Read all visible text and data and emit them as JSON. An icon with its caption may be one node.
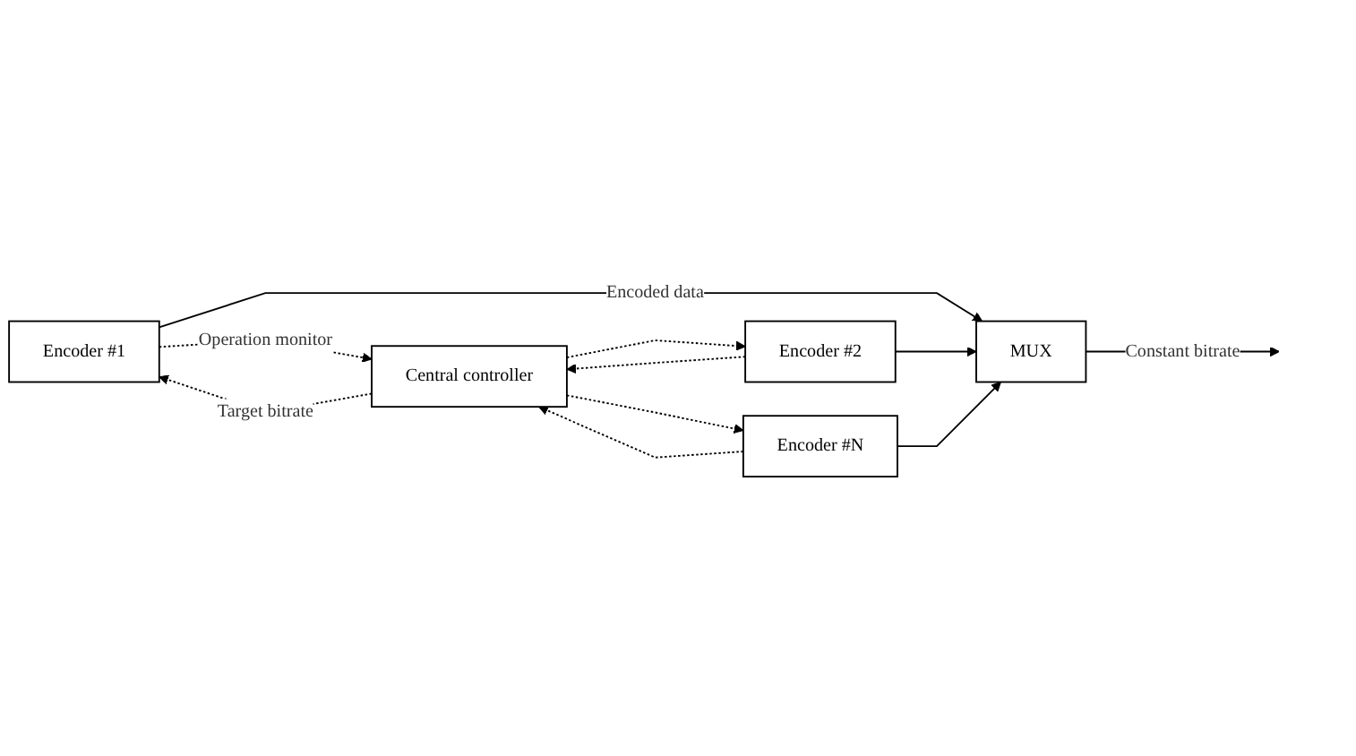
{
  "diagram": {
    "nodes": [
      {
        "text": [
          "Encoder #1"
        ]
      },
      {
        "text": [
          "Encoder #2"
        ]
      },
      {
        "text": [
          "Encoder #N"
        ]
      },
      {
        "text": [
          "Central controller"
        ]
      },
      {
        "text": [
          "MUX"
        ]
      }
    ],
    "edges": [
      {
        "from": 0,
        "to": 4,
        "arrow": "to",
        "label": "Encoded data"
      },
      {
        "from": 1,
        "to": 4,
        "arrow": "to"
      },
      {
        "from": 2,
        "to": 4,
        "arrow": "to"
      },
      {
        "from": 4,
        "to": null,
        "arrow": "to",
        "label": "Constant bitrate"
      },
      {
        "from": 0,
        "to": 3,
        "arrow": "to",
        "style": "dashed",
        "label": "Operation monitor"
      },
      {
        "from": 1,
        "to": 3,
        "arrow": "to",
        "style": "dashed"
      },
      {
        "from": 2,
        "to": 3,
        "arrow": "to",
        "style": "dashed"
      },
      {
        "from": 3,
        "to": 0,
        "arrow": "to",
        "style": "dashed",
        "label": "Target bitrate"
      },
      {
        "from": 3,
        "to": 1,
        "arrow": "to",
        "style": "dashed"
      },
      {
        "from": 3,
        "to": 2,
        "arrow": "to",
        "style": "dashed"
      }
    ]
  }
}
